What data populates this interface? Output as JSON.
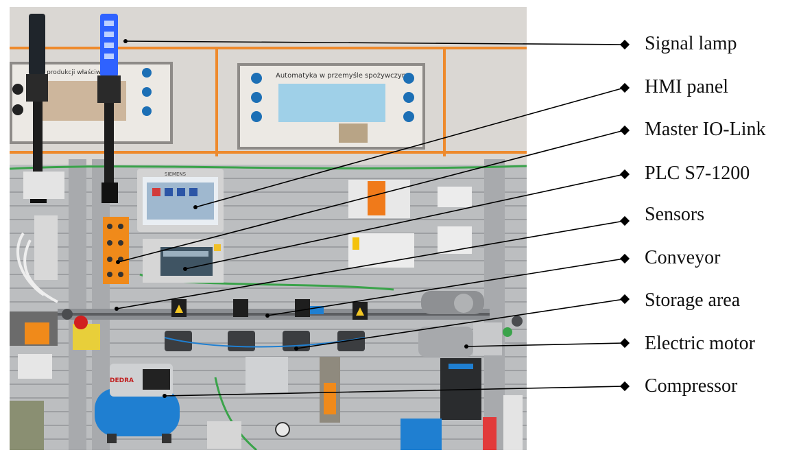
{
  "annotations": [
    {
      "id": "signal-lamp",
      "label": "Signal lamp"
    },
    {
      "id": "hmi-panel",
      "label": "HMI panel"
    },
    {
      "id": "master-io-link",
      "label": "Master IO-Link"
    },
    {
      "id": "plc",
      "label": "PLC S7-1200"
    },
    {
      "id": "sensors",
      "label": "Sensors"
    },
    {
      "id": "conveyor",
      "label": "Conveyor"
    },
    {
      "id": "storage-area",
      "label": "Storage area"
    },
    {
      "id": "electric-motor",
      "label": "Electric motor"
    },
    {
      "id": "compressor",
      "label": "Compressor"
    }
  ],
  "photo": {
    "poster_left_title": "Linia produkcji właściwej",
    "poster_right_title": "Automatyka w przemyśle spożywczym",
    "compressor_brand": "DEDRA",
    "hmi_brand": "SIEMENS"
  },
  "colors": {
    "wall": "#d9d6d2",
    "orange_trim": "#ee8a2c",
    "panel_slats": "#b9bbbd",
    "compressor_blue": "#1f7fd1",
    "lamp_blue": "#2f62ff",
    "io_orange": "#f08a1a",
    "cable_green": "#3aa34a"
  }
}
